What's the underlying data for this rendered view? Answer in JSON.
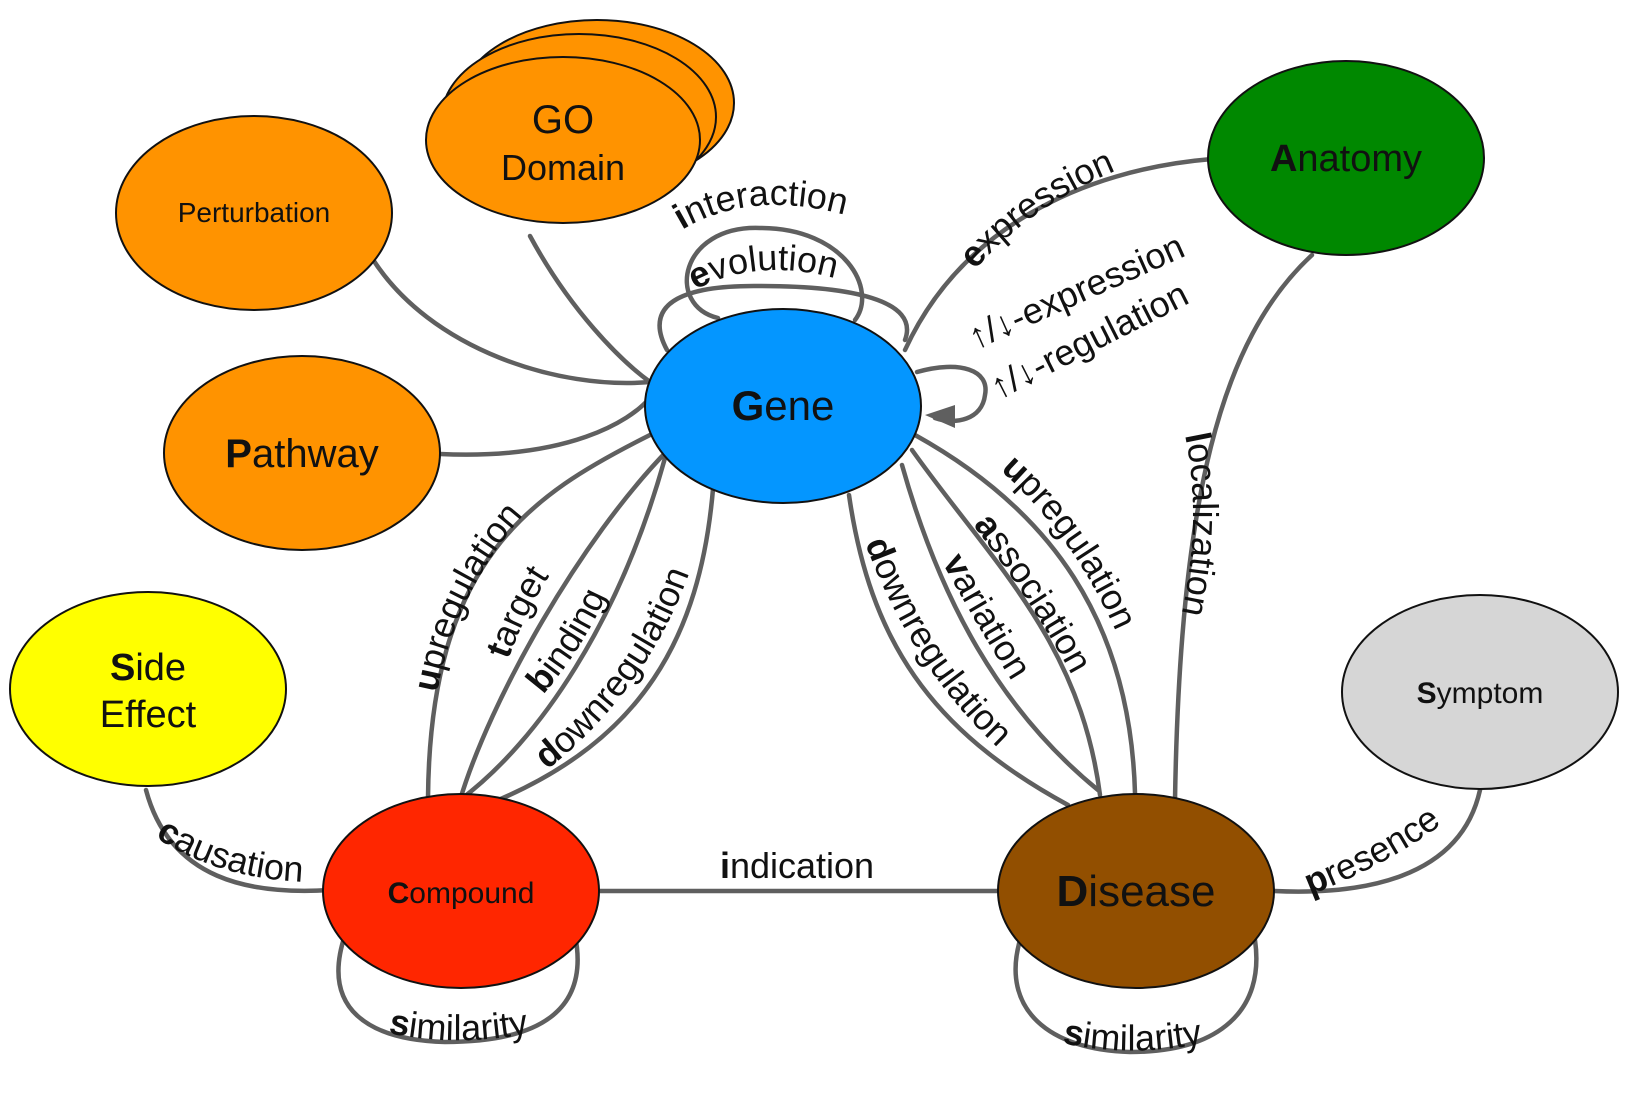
{
  "nodes": {
    "gene": {
      "initial": "G",
      "rest": "ene",
      "color": "#0496ff"
    },
    "anatomy": {
      "initial": "A",
      "rest": "natomy",
      "color": "#008800"
    },
    "disease": {
      "initial": "D",
      "rest": "isease",
      "color": "#924f00"
    },
    "compound": {
      "initial": "C",
      "rest": "ompound",
      "color": "#ff2600"
    },
    "side_effect": {
      "initial": "S",
      "line1_rest": "ide",
      "line2": "Effect",
      "color": "#ffff00"
    },
    "symptom": {
      "initial": "S",
      "rest": "ymptom",
      "color": "#d6d6d6"
    },
    "pathway": {
      "initial": "P",
      "rest": "athway",
      "color": "#ff9300"
    },
    "perturbation": {
      "label": "Perturbation",
      "color": "#ff9300"
    },
    "go_domain": {
      "line1": "GO",
      "line2": "Domain",
      "color": "#ff9300"
    }
  },
  "edges": {
    "interaction": {
      "initial": "i",
      "rest": "nteraction"
    },
    "evolution": {
      "initial": "e",
      "rest": "volution"
    },
    "expression": {
      "initial": "e",
      "rest": "xpression"
    },
    "regulation_up_down_expression": "↑/↓-expression",
    "regulation_up_down_regulation": "↑/↓-regulation",
    "localization": {
      "initial": "l",
      "rest": "ocalization"
    },
    "cpd_upregulation": {
      "initial": "u",
      "rest": "pregulation"
    },
    "target": {
      "initial": "t",
      "rest": "arget"
    },
    "binding": {
      "initial": "b",
      "rest": "inding"
    },
    "cpd_downregulation": {
      "initial": "d",
      "rest": "ownregulation"
    },
    "dis_downregulation": {
      "initial": "d",
      "rest": "ownregulation"
    },
    "variation": {
      "initial": "v",
      "rest": "ariation"
    },
    "association": {
      "initial": "a",
      "rest": "ssociation"
    },
    "dis_upregulation": {
      "initial": "u",
      "rest": "pregulation"
    },
    "causation": {
      "initial": "c",
      "rest": "ausation"
    },
    "indication": {
      "initial": "i",
      "rest": "ndication"
    },
    "presence": {
      "initial": "p",
      "rest": "resence"
    },
    "cpd_similarity": {
      "initial": "s",
      "rest": "imilarity"
    },
    "dis_similarity": {
      "initial": "s",
      "rest": "imilarity"
    }
  }
}
